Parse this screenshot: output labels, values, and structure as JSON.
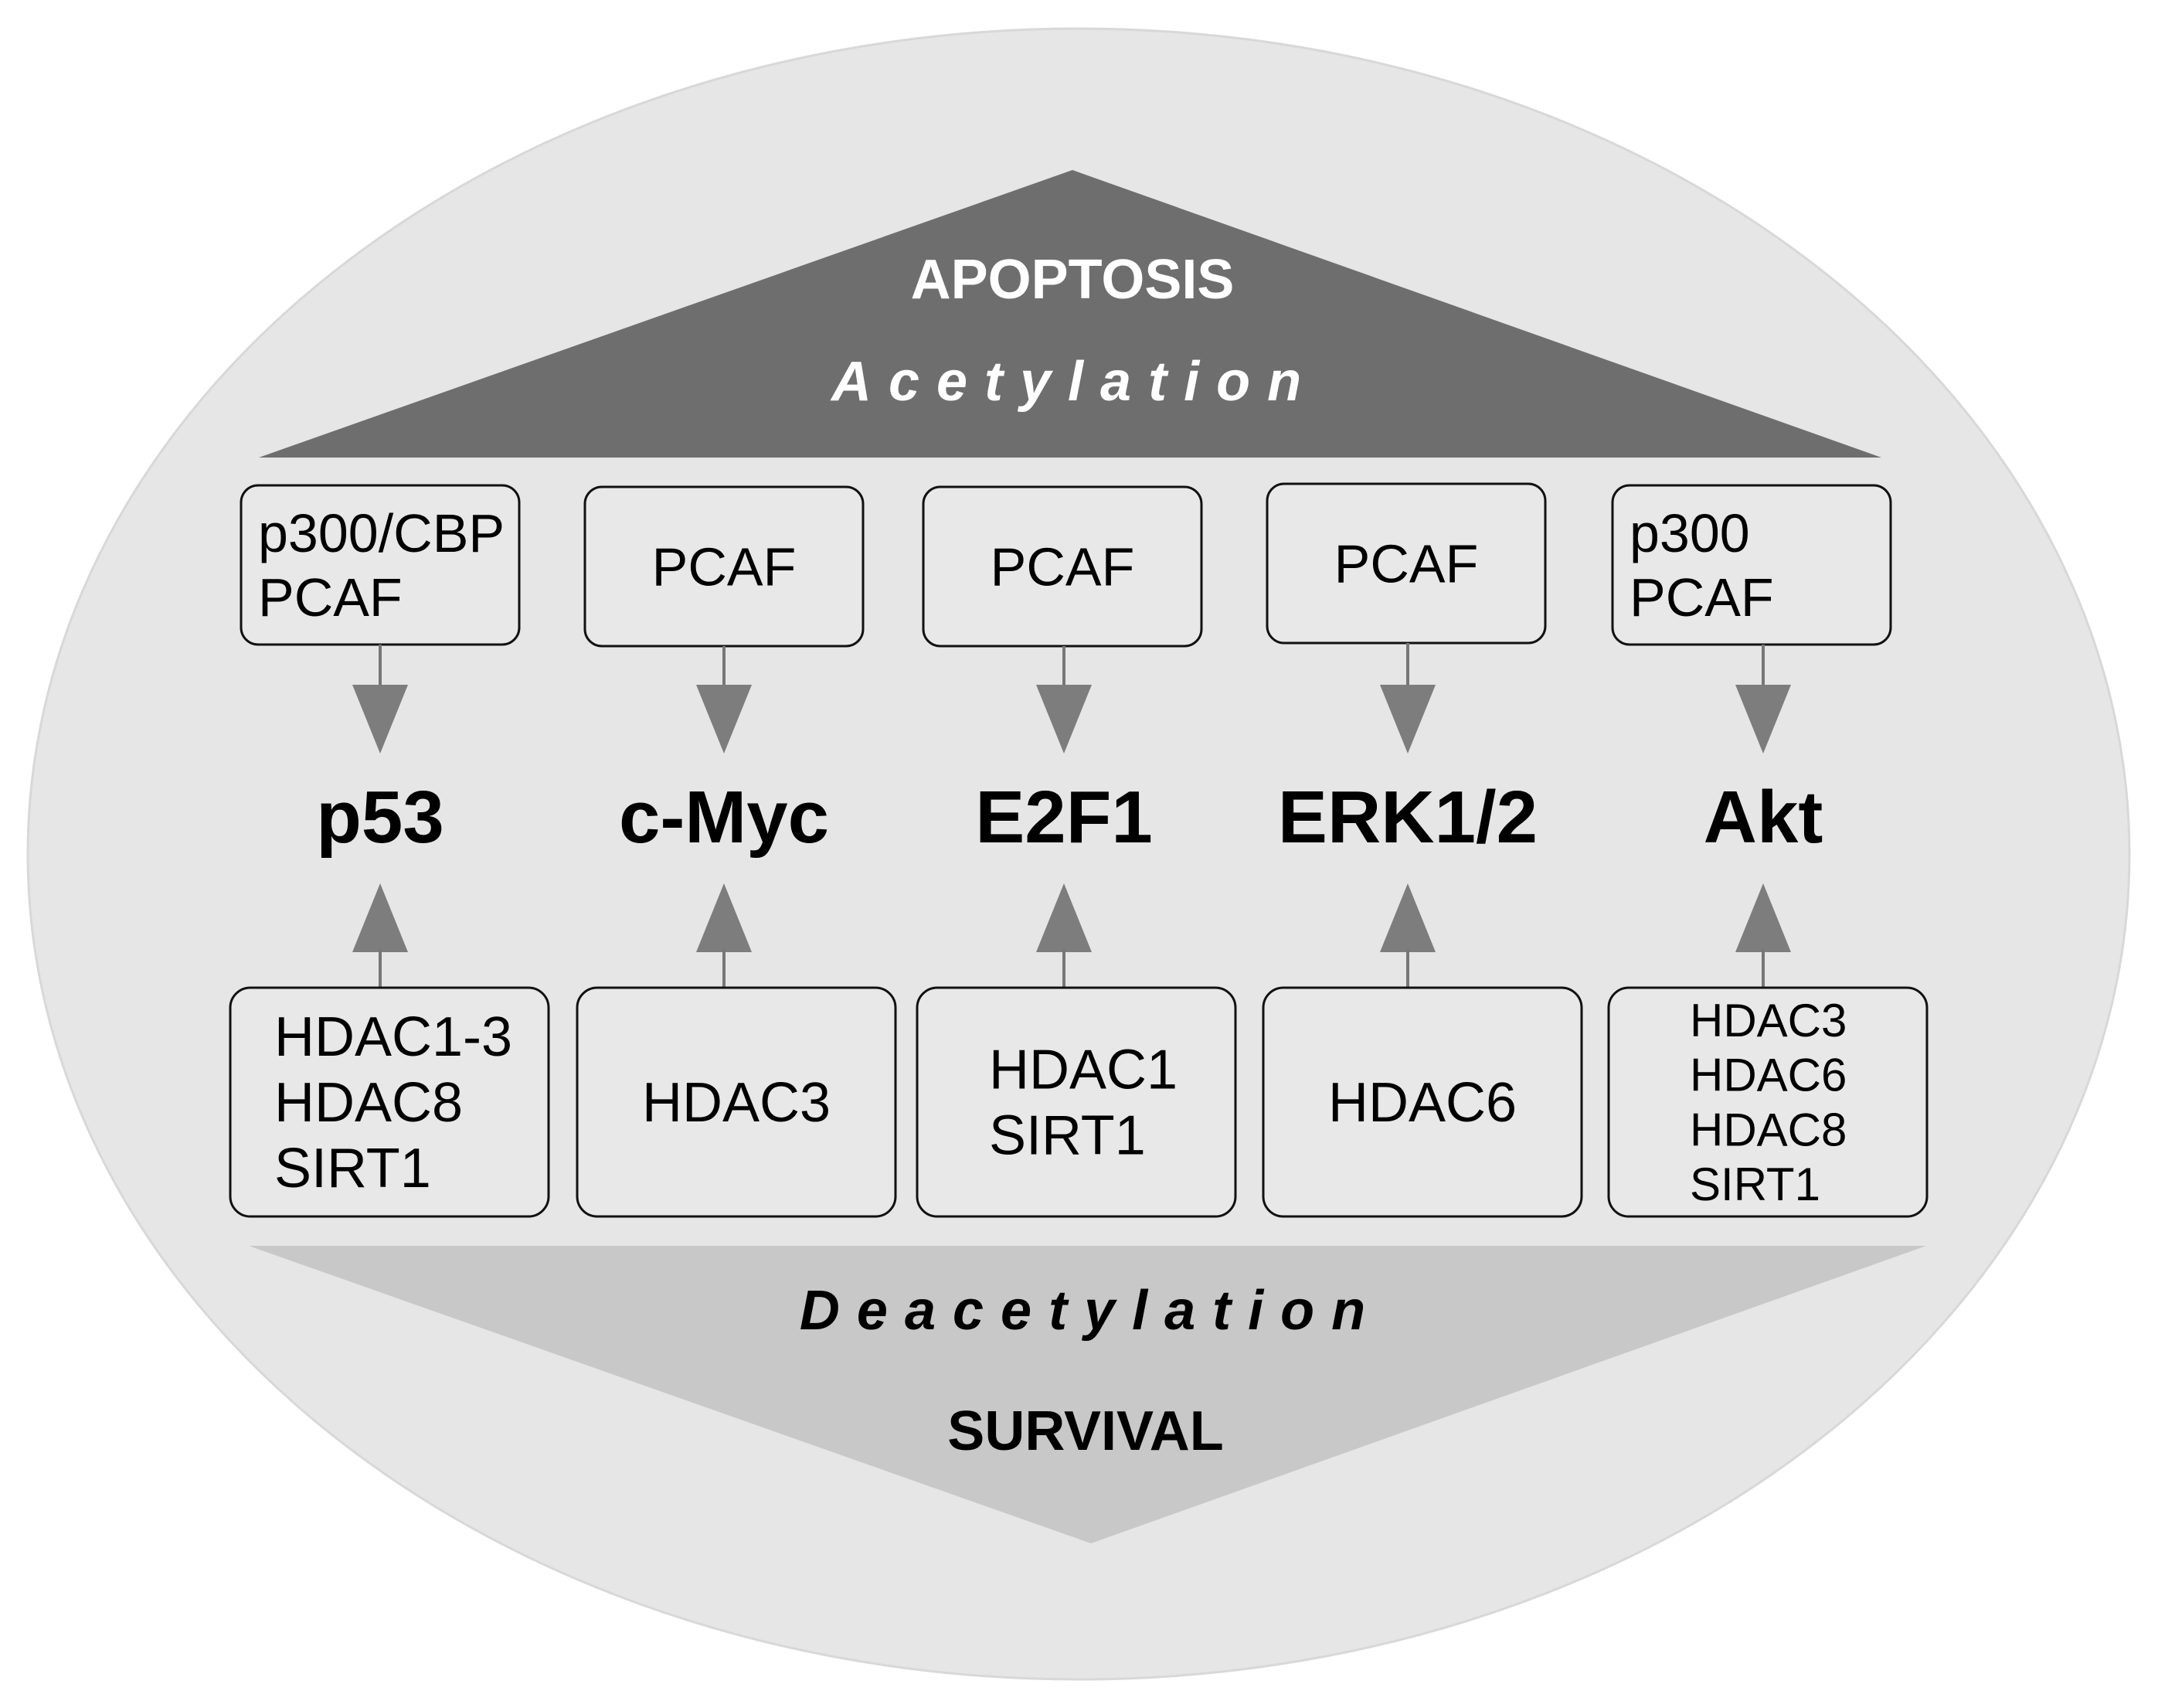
{
  "top_label": "APOPTOSIS",
  "top_process": "Acetylation",
  "bottom_process": "Deacetylation",
  "bottom_label": "SURVIVAL",
  "colors": {
    "ellipse": "#e6e6e6",
    "top_triangle": "#6e6e6e",
    "bottom_triangle": "#c8c8c8",
    "arrow": "#7d7d7d"
  },
  "columns": [
    {
      "protein": "p53",
      "acetylases": [
        "p300/CBP",
        "PCAF"
      ],
      "deacetylases": [
        "HDAC1-3",
        "HDAC8",
        "SIRT1"
      ]
    },
    {
      "protein": "c-Myc",
      "acetylases": [
        "PCAF"
      ],
      "deacetylases": [
        "HDAC3"
      ]
    },
    {
      "protein": "E2F1",
      "acetylases": [
        "PCAF"
      ],
      "deacetylases": [
        "HDAC1",
        "SIRT1"
      ]
    },
    {
      "protein": "ERK1/2",
      "acetylases": [
        "PCAF"
      ],
      "deacetylases": [
        "HDAC6"
      ]
    },
    {
      "protein": "Akt",
      "acetylases": [
        "p300",
        "PCAF"
      ],
      "deacetylases": [
        "HDAC3",
        "HDAC6",
        "HDAC8",
        "SIRT1"
      ]
    }
  ]
}
